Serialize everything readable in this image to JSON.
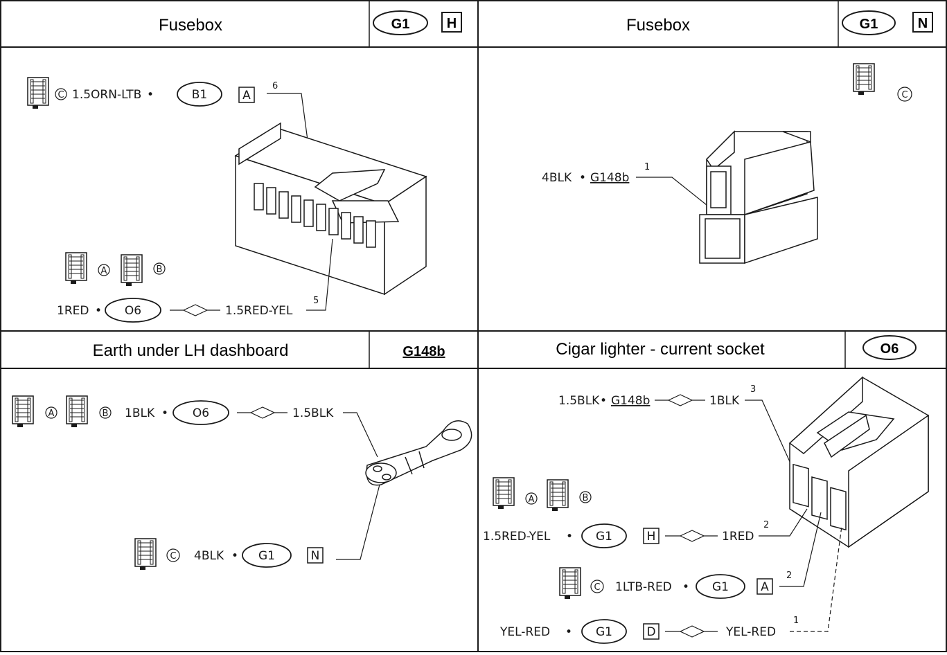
{
  "panels": {
    "top_left": {
      "title": "Fusebox",
      "code": "G1",
      "letter": "H",
      "wire_top": {
        "label": "1.5ORN-LTB",
        "connector": "B1",
        "pin_letter": "A",
        "pin": "6",
        "ref": "C"
      },
      "refs": [
        "A",
        "B"
      ],
      "wire_bottom": {
        "left": "1RED",
        "connector": "O6",
        "right": "1.5RED-YEL",
        "pin": "5"
      }
    },
    "top_right": {
      "title": "Fusebox",
      "code": "G1",
      "letter": "N",
      "ref": "C",
      "wire": {
        "label": "4BLK",
        "connector": "G148b",
        "pin": "1"
      }
    },
    "bottom_left": {
      "title": "Earth under LH dashboard",
      "code": "G148b",
      "refs": [
        "A",
        "B"
      ],
      "wire_top": {
        "left": "1BLK",
        "connector": "O6",
        "right": "1.5BLK"
      },
      "ref_c": "C",
      "wire_bottom": {
        "label": "4BLK",
        "connector": "G1",
        "pin_letter": "N"
      }
    },
    "bottom_right": {
      "title": "Cigar lighter - current socket",
      "code": "O6",
      "refs": [
        "A",
        "B"
      ],
      "ref_c": "C",
      "wire1": {
        "left": "1.5BLK",
        "connector": "G148b",
        "right": "1BLK",
        "pin": "3"
      },
      "wire2": {
        "left": "1.5RED-YEL",
        "connector": "G1",
        "pin_letter": "H",
        "right": "1RED",
        "pin": "2"
      },
      "wire3": {
        "label": "1LTB-RED",
        "connector": "G1",
        "pin_letter": "A",
        "pin": "2"
      },
      "wire4": {
        "left": "YEL-RED",
        "connector": "G1",
        "pin_letter": "D",
        "right": "YEL-RED",
        "pin": "1"
      }
    }
  },
  "icons": [
    "connector-diagram-icon"
  ],
  "colors": {
    "line": "#1a1a1a",
    "background": "#ffffff"
  }
}
